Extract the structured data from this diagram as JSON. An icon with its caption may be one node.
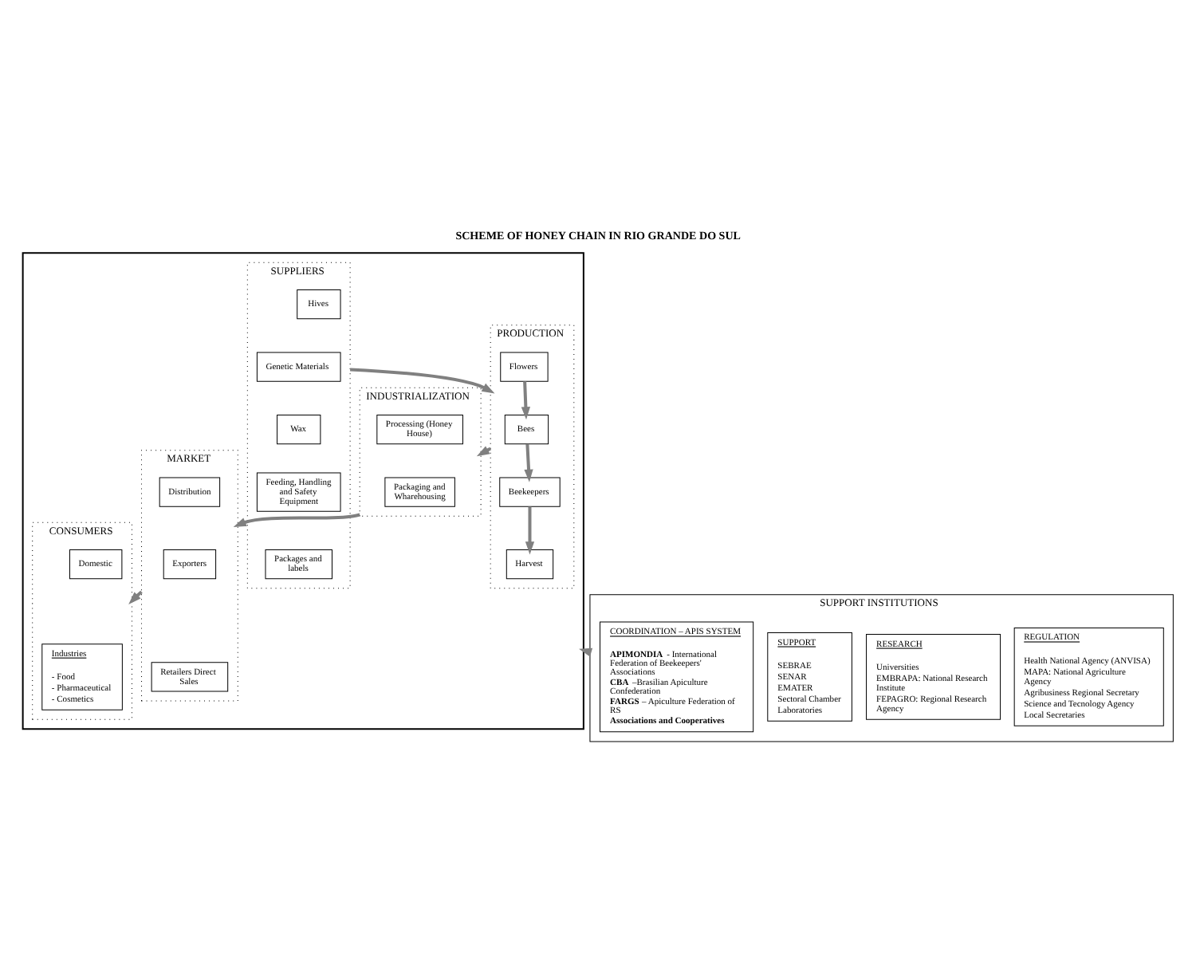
{
  "diagram": {
    "title": "SCHEME OF HONEY CHAIN IN RIO GRANDE DO SUL",
    "nodes": [
      {
        "text": [],
        "shape": "box"
      },
      {
        "text": [
          "SUPPLIERS"
        ],
        "in": 0
      },
      {
        "text": [
          "Hives"
        ],
        "in": 1
      },
      {
        "text": [
          "Genetic Materials"
        ],
        "in": 1
      },
      {
        "text": [
          "Wax"
        ],
        "in": 1
      },
      {
        "text": [
          "Feeding, Handling and Safety Equipment"
        ],
        "in": 1
      },
      {
        "text": [
          "Packages and labels"
        ],
        "in": 1
      },
      {
        "text": [
          "PRODUCTION"
        ],
        "in": 0
      },
      {
        "text": [
          "Flowers"
        ],
        "in": 7
      },
      {
        "text": [
          "Bees"
        ],
        "in": 7
      },
      {
        "text": [
          "Beekeepers"
        ],
        "in": 7
      },
      {
        "text": [
          "Harvest"
        ],
        "in": 7
      },
      {
        "text": [
          "INDUSTRIALIZATION"
        ],
        "in": 0
      },
      {
        "text": [
          "Processing (Honey House)"
        ],
        "in": 12
      },
      {
        "text": [
          "Packaging and Wharehousing"
        ],
        "in": 12
      },
      {
        "text": [
          "MARKET"
        ],
        "in": 0
      },
      {
        "text": [
          "Distribution"
        ],
        "in": 15
      },
      {
        "text": [
          "Exporters"
        ],
        "in": 15
      },
      {
        "text": [
          "Retailers Direct Sales"
        ],
        "in": 15
      },
      {
        "text": [
          "CONSUMERS"
        ],
        "in": 0
      },
      {
        "text": [
          "Domestic"
        ],
        "in": 19
      },
      {
        "text": [
          "Industries",
          "- Food",
          "- Pharmaceutical",
          "- Cosmetics"
        ],
        "in": 19
      },
      {
        "text": [
          "SUPPORT INSTITUTIONS"
        ]
      },
      {
        "text": [
          "COORDINATION – APIS SYSTEM",
          "**APIMONDIA** - International Federation of Beekeepers' Associations",
          "**CBA** –Brasilian Apiculture Confederation",
          "**FARGS** – Apiculture Federation of RS",
          "**Associations and Cooperatives**"
        ],
        "in": 22
      },
      {
        "text": [
          "SUPPORT",
          "SEBRAE",
          "SENAR",
          "EMATER",
          "Sectoral Chamber",
          "Laboratories"
        ],
        "in": 22
      },
      {
        "text": [
          "RESEARCH",
          "Universities",
          "EMBRAPA: National Research Institute",
          "FEPAGRO: Regional Research Agency"
        ],
        "in": 22
      },
      {
        "text": [
          "REGULATION",
          "Health National Agency (ANVISA)",
          "MAPA: National Agriculture Agency",
          "Agribusiness Regional Secretary",
          "Science and Tecnology Agency",
          "Local Secretaries"
        ],
        "in": 22
      }
    ],
    "edges": [
      {
        "from": 1,
        "to": 7,
        "arrow": "to"
      },
      {
        "from": 7,
        "to": 12,
        "arrow": "to"
      },
      {
        "from": 12,
        "to": 15,
        "arrow": "to"
      },
      {
        "from": 15,
        "to": 19,
        "arrow": "to"
      },
      {
        "from": 8,
        "to": 9,
        "arrow": "to"
      },
      {
        "from": 9,
        "to": 10,
        "arrow": "to"
      },
      {
        "from": 10,
        "to": 11,
        "arrow": "to"
      },
      {
        "from": 22,
        "to": 0,
        "arrow": "to"
      }
    ]
  }
}
